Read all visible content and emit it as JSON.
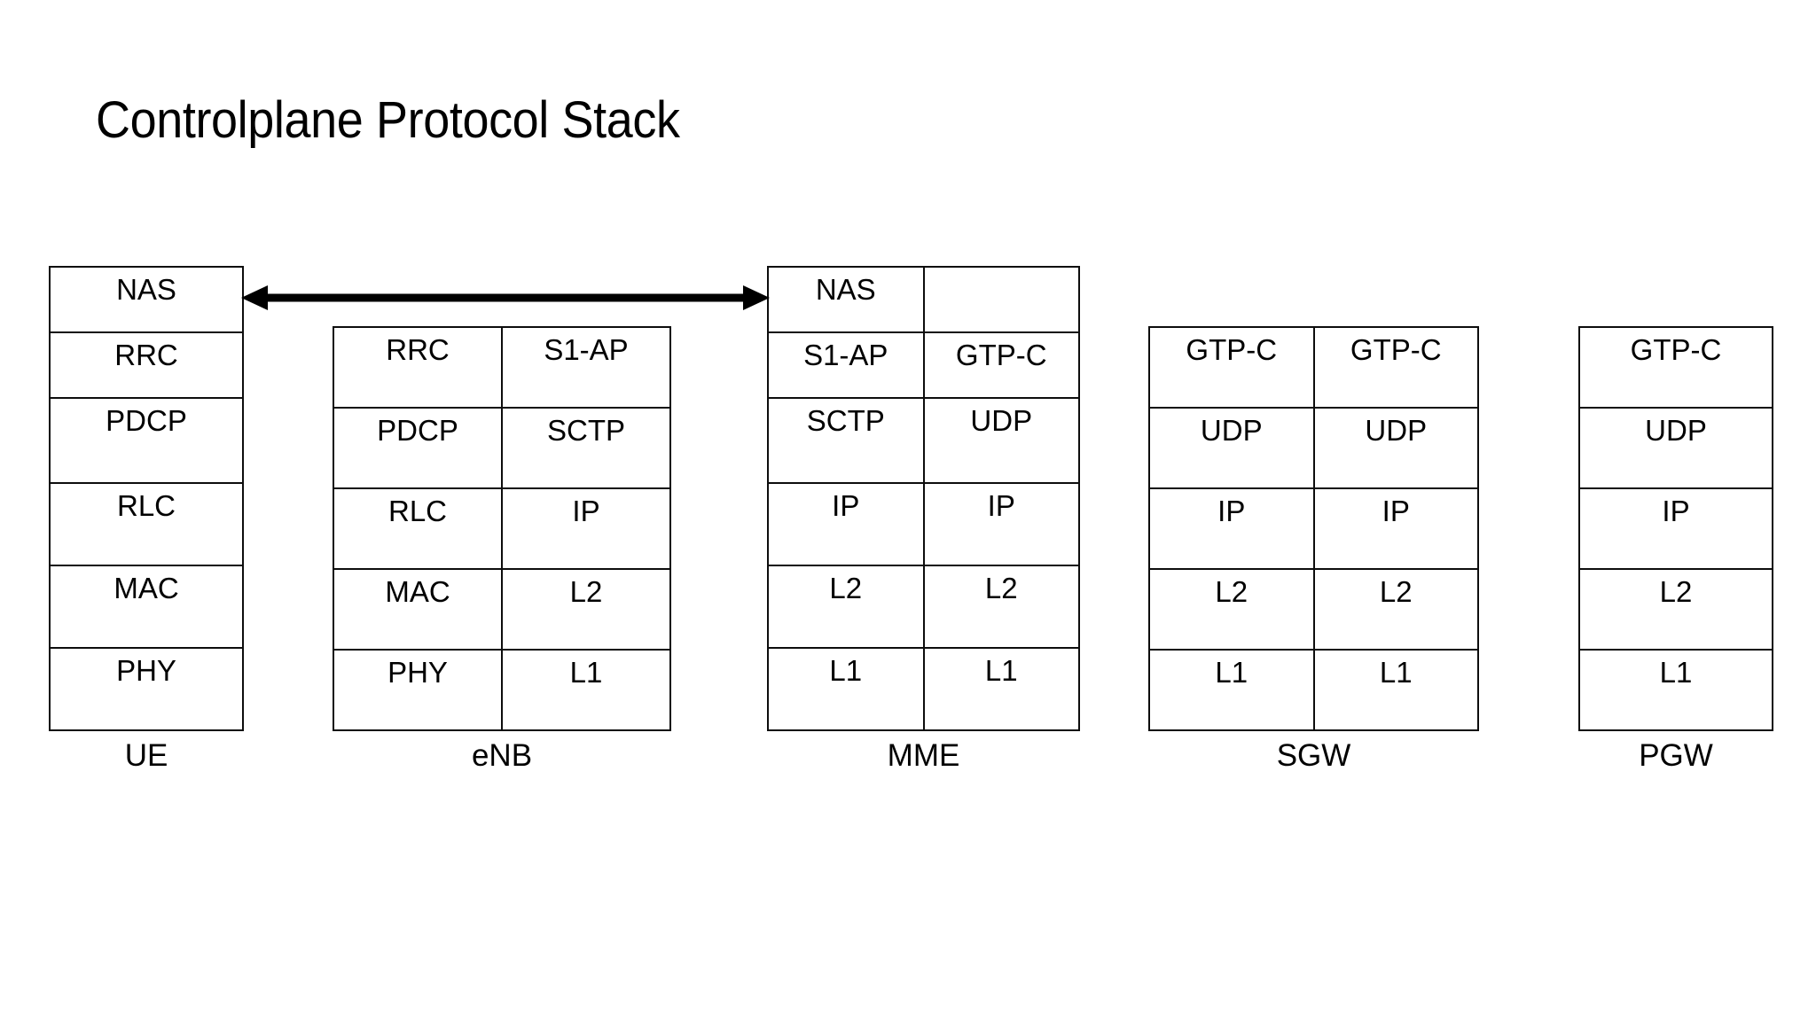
{
  "slide": {
    "title": "Controlplane Protocol Stack",
    "background_color": "#ffffff",
    "line_color": "#0d0d0d",
    "text_color": "#000000"
  },
  "connector": {
    "name": "nas-signalling-link",
    "style": "double-headed-arrow",
    "from": "UE.NAS",
    "to": "MME.NAS",
    "color": "#000000"
  },
  "stacks": [
    {
      "id": "ue",
      "caption": "UE",
      "columns": 1,
      "rows": [
        {
          "cells": [
            "NAS"
          ]
        },
        {
          "cells": [
            "RRC"
          ]
        },
        {
          "cells": [
            "PDCP"
          ]
        },
        {
          "cells": [
            "RLC"
          ]
        },
        {
          "cells": [
            "MAC"
          ]
        },
        {
          "cells": [
            "PHY"
          ]
        }
      ]
    },
    {
      "id": "enb",
      "caption": "eNB",
      "columns": 2,
      "rows": [
        {
          "cells": [
            "RRC",
            "S1-AP"
          ]
        },
        {
          "cells": [
            "PDCP",
            "SCTP"
          ]
        },
        {
          "cells": [
            "RLC",
            "IP"
          ]
        },
        {
          "cells": [
            "MAC",
            "L2"
          ]
        },
        {
          "cells": [
            "PHY",
            "L1"
          ]
        }
      ]
    },
    {
      "id": "mme",
      "caption": "MME",
      "columns": 2,
      "rows": [
        {
          "cells": [
            "NAS",
            ""
          ]
        },
        {
          "cells": [
            "S1-AP",
            "GTP-C"
          ]
        },
        {
          "cells": [
            "SCTP",
            "UDP"
          ]
        },
        {
          "cells": [
            "IP",
            "IP"
          ]
        },
        {
          "cells": [
            "L2",
            "L2"
          ]
        },
        {
          "cells": [
            "L1",
            "L1"
          ]
        }
      ]
    },
    {
      "id": "sgw",
      "caption": "SGW",
      "columns": 2,
      "rows": [
        {
          "cells": [
            "GTP-C",
            "GTP-C"
          ]
        },
        {
          "cells": [
            "UDP",
            "UDP"
          ]
        },
        {
          "cells": [
            "IP",
            "IP"
          ]
        },
        {
          "cells": [
            "L2",
            "L2"
          ]
        },
        {
          "cells": [
            "L1",
            "L1"
          ]
        }
      ]
    },
    {
      "id": "pgw",
      "caption": "PGW",
      "columns": 1,
      "rows": [
        {
          "cells": [
            "GTP-C"
          ]
        },
        {
          "cells": [
            "UDP"
          ]
        },
        {
          "cells": [
            "IP"
          ]
        },
        {
          "cells": [
            "L2"
          ]
        },
        {
          "cells": [
            "L1"
          ]
        }
      ]
    }
  ]
}
